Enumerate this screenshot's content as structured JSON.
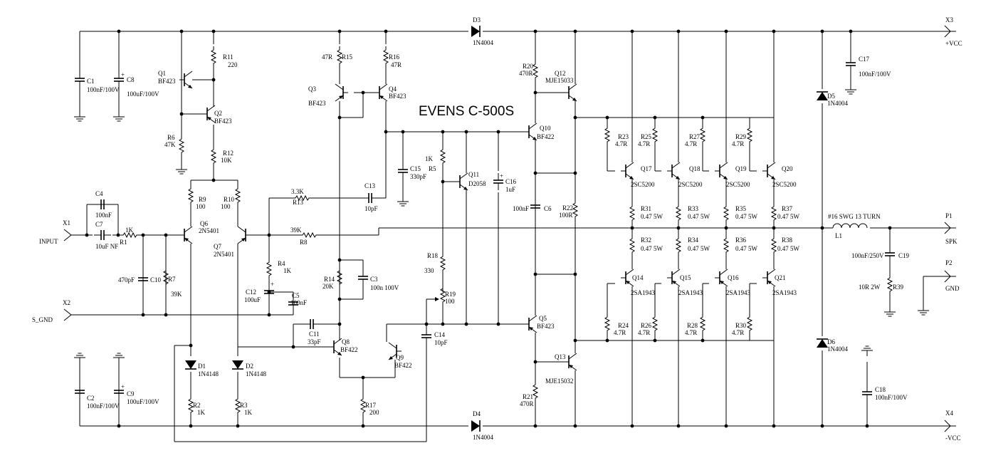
{
  "title": "EVENS   C-500S",
  "ports": {
    "x1": "X1",
    "input": "INPUT",
    "x2": "X2",
    "s_gnd": "S_GND",
    "x3": "X3",
    "vcc_pos": "+VCC",
    "x4": "X4",
    "vcc_neg": "-VCC",
    "p1": "P1",
    "spk": "SPK",
    "p2": "P2",
    "gnd": "GND"
  },
  "labels": {
    "c1": "C1",
    "c1v": "100nF/100V",
    "c8": "C8",
    "c8v": "100uF/100V",
    "q1": "Q1",
    "q1v": "BF423",
    "q2": "Q2",
    "q2v": "BF423",
    "r11": "R11",
    "r11v": "220",
    "r6": "R6",
    "r6v": "47K",
    "r12": "R12",
    "r12v": "10K",
    "q3": "Q3",
    "q3v": "BF423",
    "q4": "Q4",
    "q4v": "BF423",
    "r15": "R15",
    "r15v": "47R",
    "r16": "R16",
    "r16v": "47R",
    "d3": "D3",
    "d3v": "1N4004",
    "r20": "R20",
    "r20v": "470R",
    "q12": "Q12",
    "q12v": "MJE15033",
    "q10": "Q10",
    "q10v": "BF422",
    "c17": "C17",
    "c17v": "100nF/100V",
    "d5": "D5",
    "d5v": "1N4004",
    "r5": "R5",
    "r5v": "1K",
    "c15": "C15",
    "c15v": "330pF",
    "q11": "Q11",
    "q11v": "D2058",
    "c16": "C16",
    "c16v": "1uF",
    "r23": "R23",
    "r23v": "4.7R",
    "r25": "R25",
    "r25v": "4.7R",
    "r27": "R27",
    "r27v": "4.7R",
    "r29": "R29",
    "r29v": "4.7R",
    "q17": "Q17",
    "q18": "Q18",
    "q19": "Q19",
    "q20": "Q20",
    "q17v": "2SC5200",
    "q18v": "2SC5200",
    "q19v": "2SC5200",
    "q20v": "2SC5200",
    "c4": "C4",
    "c4v": "100nF",
    "c7": "C7",
    "c7v": "10uF NF",
    "r1": "R1",
    "r1v": "1K",
    "r9": "R9",
    "r9v": "100",
    "r10": "R10",
    "r10v": "100",
    "q6": "Q6",
    "q6v": "2N5401",
    "q7": "Q7",
    "q7v": "2N5401",
    "r13": "R13",
    "r13v": "3.3K",
    "c13": "C13",
    "c13v": "10pF",
    "c6": "C6",
    "c6v": "100nF",
    "r22": "R22",
    "r22v": "100R",
    "r31": "R31",
    "r31v": "0.47 5W",
    "r33": "R33",
    "r33v": "0.47 5W",
    "r35": "R35",
    "r35v": "0.47 5W",
    "r37": "R37",
    "r37v": "0.47 5W",
    "l1": "L1",
    "l1v": "#16 SWG 13 TURN",
    "r8": "R8",
    "r8v": "39K",
    "r32": "R32",
    "r32v": "0.47 5W",
    "r34": "R34",
    "r34v": "0.47 5W",
    "r36": "R36",
    "r36v": "0.47 5W",
    "r38": "R38",
    "r38v": "0.47 5W",
    "c19": "C19",
    "c19v": "100nF/250V",
    "r4": "R4",
    "r4v": "1K",
    "c10": "C10",
    "c10v": "470pF",
    "r7": "R7",
    "r7v": "39K",
    "c12": "C12",
    "c12v": "100uF",
    "c5": "C5",
    "c5v": "100nF",
    "r14": "R14",
    "r14v": "20K",
    "c3": "C3",
    "c3v": "100n 100V",
    "r18": "R18",
    "r18v": "330",
    "r19": "R19",
    "r19v": "100",
    "q5": "Q5",
    "q5v": "BF423",
    "q14": "Q14",
    "q15": "Q15",
    "q16": "Q16",
    "q21": "Q21",
    "q14v": "2SA1943",
    "q15v": "2SA1943",
    "q16v": "2SA1943",
    "q21v": "2SA1943",
    "r39": "R39",
    "r39v": "10R 2W",
    "c11": "C11",
    "c11v": "33pF",
    "q8": "Q8",
    "q8v": "BF422",
    "c14": "C14",
    "c14v": "10pF",
    "q9": "Q9",
    "q9v": "BF422",
    "r24": "R24",
    "r24v": "4.7R",
    "r26": "R26",
    "r26v": "4.7R",
    "r28": "R28",
    "r28v": "4.7R",
    "r30": "R30",
    "r30v": "4.7R",
    "d1": "D1",
    "d1v": "1N4148",
    "d2": "D2",
    "d2v": "1N4148",
    "q13": "Q13",
    "q13v": "MJE15032",
    "d6": "D6",
    "d6v": "1N4004",
    "c2": "C2",
    "c2v": "100nF/100V",
    "c9": "C9",
    "c9v": "100uF/100V",
    "r2": "R2",
    "r2v": "1K",
    "r3": "R3",
    "r3v": "1K",
    "r17": "R17",
    "r17v": "200",
    "r21": "R21",
    "r21v": "470R",
    "c18": "C18",
    "c18v": "100nF/100V",
    "d4": "D4",
    "d4v": "1N4004"
  }
}
